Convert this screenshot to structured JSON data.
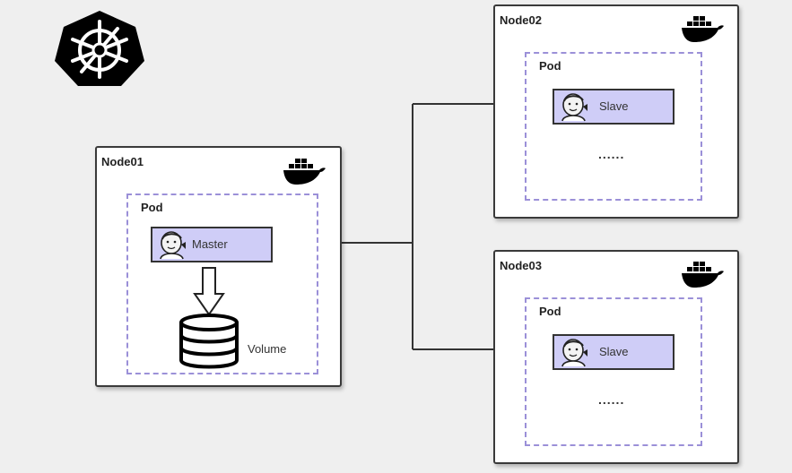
{
  "icons": {
    "logo": "kubernetes-helm-logo-icon",
    "docker": "docker-whale-icon",
    "jenkins": "jenkins-butler-icon",
    "volume": "database-cylinder-icon"
  },
  "colors": {
    "node_border": "#3a3a3a",
    "pod_border": "#9b90d8",
    "agent_fill": "#cfcdf7",
    "line": "#333333"
  },
  "node01": {
    "title": "Node01",
    "pod": {
      "title": "Pod",
      "master_label": "Master",
      "volume_label": "Volume"
    }
  },
  "node02": {
    "title": "Node02",
    "pod": {
      "title": "Pod",
      "slave_label": "Slave",
      "more": "......"
    }
  },
  "node03": {
    "title": "Node03",
    "pod": {
      "title": "Pod",
      "slave_label": "Slave",
      "more": "......"
    }
  }
}
